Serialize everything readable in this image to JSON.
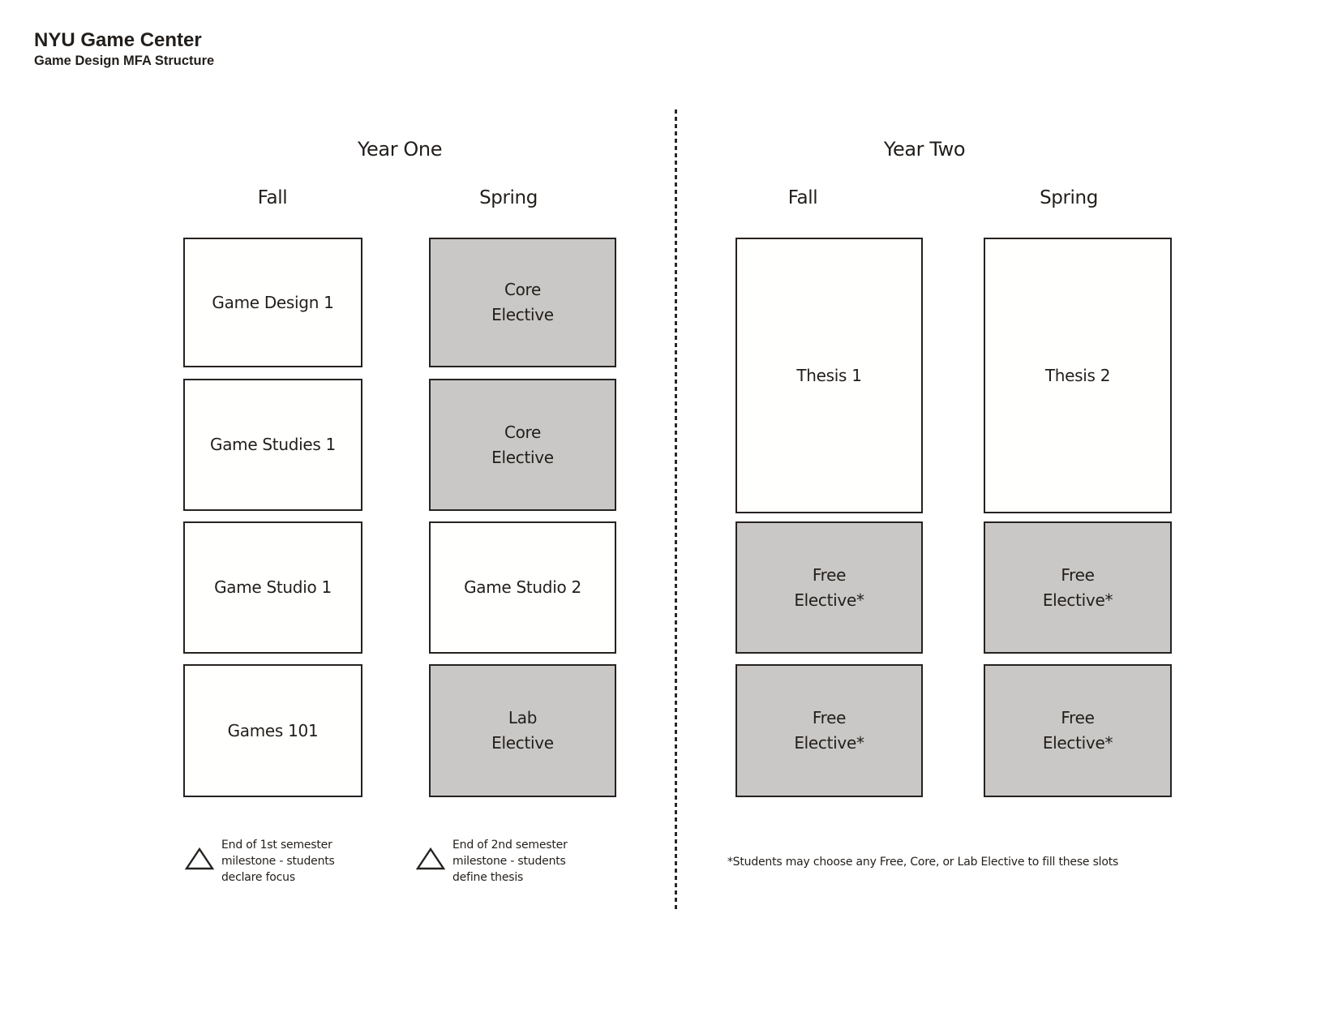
{
  "header": {
    "title": "NYU Game Center",
    "subtitle": "Game Design MFA Structure"
  },
  "year_one": {
    "label": "Year One",
    "fall_label": "Fall",
    "spring_label": "Spring",
    "fall_courses": [
      "Game Design 1",
      "Game Studies 1",
      "Game Studio 1",
      "Games 101"
    ],
    "spring_courses": [
      "Core\nElective",
      "Core\nElective",
      "Game Studio 2",
      "Lab\nElective"
    ]
  },
  "year_two": {
    "label": "Year Two",
    "fall_label": "Fall",
    "spring_label": "Spring",
    "fall_courses": [
      "Thesis 1",
      "Free\nElective*",
      "Free\nElective*"
    ],
    "spring_courses": [
      "Thesis 2",
      "Free\nElective*",
      "Free\nElective*"
    ]
  },
  "legend": {
    "milestones": [
      {
        "icon": "triangle-outline",
        "text": "End of 1st semester\nmilestone - students\ndeclare focus"
      },
      {
        "icon": "triangle-outline",
        "text": "End of 2nd semester\nmilestone - students\ndefine thesis"
      }
    ],
    "footnote": "*Students may choose any Free, Core, or Lab Elective to fill these slots"
  },
  "colors": {
    "background": "#ffffff",
    "box_white_fill": "#fffffd",
    "box_gray_fill": "#c9c8c6",
    "border": "#262220",
    "text": "#221e1b"
  }
}
